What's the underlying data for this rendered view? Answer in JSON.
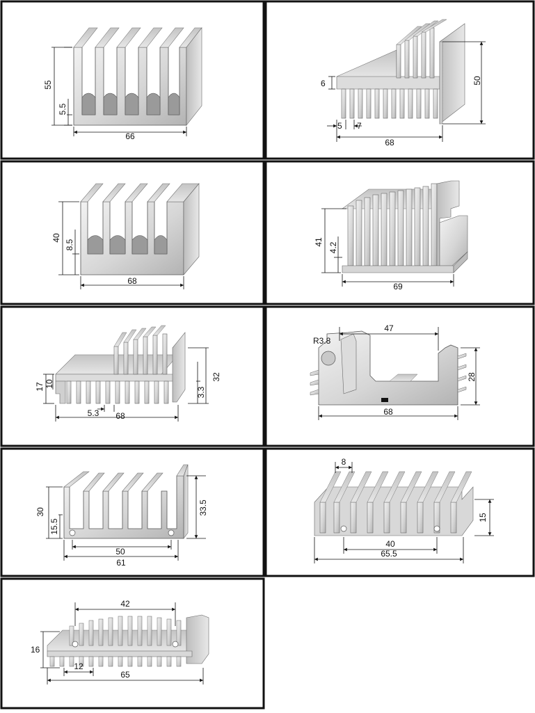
{
  "colors": {
    "frame": "#111111",
    "metal_light": "#e9e9e9",
    "metal_mid": "#cfcfcf",
    "metal_dark": "#a9a9a9",
    "dimension_line": "#111111"
  },
  "profiles": [
    {
      "id": "p1",
      "dims": {
        "overall_height": "55",
        "base_thickness": "5.5",
        "width": "66"
      }
    },
    {
      "id": "p2",
      "dims": {
        "step": "6",
        "overall_height": "50",
        "slot_a": "5",
        "slot_b": "7",
        "width": "68"
      }
    },
    {
      "id": "p3",
      "dims": {
        "overall_height": "40",
        "base_thickness": "8.5",
        "width": "68"
      }
    },
    {
      "id": "p4",
      "dims": {
        "overall_height": "41",
        "base_thickness": "4.2",
        "width": "69"
      }
    },
    {
      "id": "p5",
      "dims": {
        "height_a": "17",
        "height_b": "10",
        "height_c": "32",
        "base_thickness": "3.3",
        "slot": "5.3",
        "width": "68"
      }
    },
    {
      "id": "p6",
      "dims": {
        "radius": "R3.8",
        "span": "47",
        "height": "28",
        "width": "68"
      }
    },
    {
      "id": "p7",
      "dims": {
        "height_a": "30",
        "base_thickness": "15.5",
        "height_b": "33.5",
        "inner_width": "50",
        "width": "61"
      }
    },
    {
      "id": "p8",
      "dims": {
        "fin_pitch": "8",
        "height": "15",
        "inner_width": "40",
        "width": "65.5"
      }
    },
    {
      "id": "p9",
      "dims": {
        "span": "42",
        "height": "16",
        "slot": "12",
        "width": "65"
      }
    }
  ]
}
